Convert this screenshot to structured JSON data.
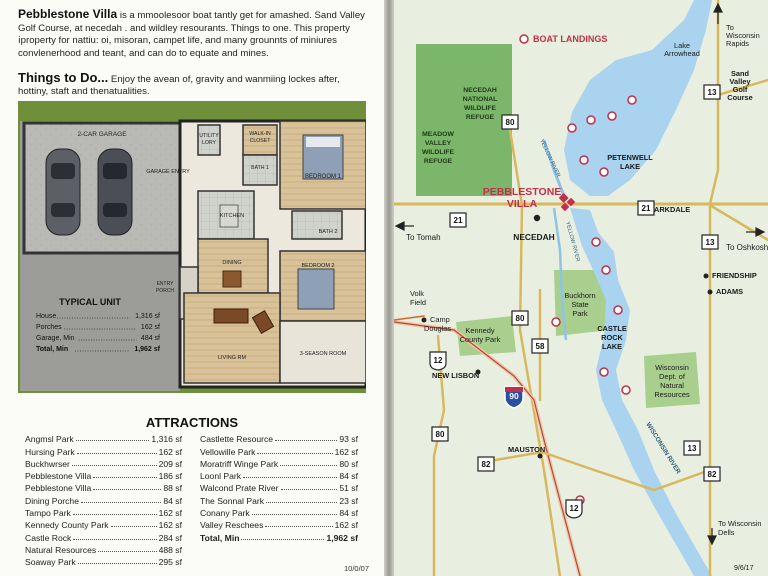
{
  "left_page": {
    "intro": {
      "title": "Pebblestone Villa",
      "text": " is a mmoolesoor boat tantly get for amashed. Sand Valley Golf Course, at necedah . and wildley resourants. Things to one. This property ⅰproperty for nattiu: oi, misoran, campet life, and many grounnts of miniures convlenerhood and teant, and can do to equate and mines."
    },
    "things": {
      "title": "Things to Do...",
      "text": " Enjoy the avean of, gravity and wanmiing lockes after, hottiny, staft and thenatualities."
    },
    "floorplan": {
      "rooms": {
        "garage": "2-CAR GARAGE",
        "garage_entry": "GARAGE ENTRY",
        "utility_a": "UTILITY",
        "utility_b": "LORY",
        "walkin_a": "WALK-IN",
        "walkin_b": "CLOSET",
        "bath1": "BATH 1",
        "bedroom1": "BEDROOM 1",
        "kitchen": "KITCHEN",
        "bath2": "BATH 2",
        "dining": "DINING",
        "bedroom2": "BEDROOM 2",
        "entry_a": "ENTRY",
        "entry_b": "PORCH",
        "living": "LIVING RM",
        "season": "3-SEASON ROOM"
      },
      "typical_unit": {
        "title": "TYPICAL UNIT",
        "rows": [
          {
            "label": "House",
            "value": "1,316 sf"
          },
          {
            "label": "Porches",
            "value": "162 sf"
          },
          {
            "label": "Garage, Min",
            "value": "484 sf"
          },
          {
            "label": "Total, Min",
            "value": "1,962 sf"
          }
        ]
      }
    },
    "attractions": {
      "title": "ATTRACTIONS",
      "col1": [
        {
          "name": "Angmsl Park",
          "value": "1,316 sf"
        },
        {
          "name": "Hursing Park",
          "value": "162 sf"
        },
        {
          "name": "Buckhwrser",
          "value": "209 sf"
        },
        {
          "name": "Pebblestone Villa",
          "value": "186 sf"
        },
        {
          "name": "Pebblestone Villa",
          "value": "88 sf"
        },
        {
          "name": "Dining Porche",
          "value": "84 sf"
        },
        {
          "name": "Tampo Park",
          "value": "162 sf"
        },
        {
          "name": "Kennedy County Park",
          "value": "162 sf"
        },
        {
          "name": "Castle Rock",
          "value": "284 sf"
        },
        {
          "name": "Natural Resources",
          "value": "488 sf"
        },
        {
          "name": "Soaway Park",
          "value": "295 sf"
        }
      ],
      "col2": [
        {
          "name": "Castlette Resource",
          "value": "93 sf"
        },
        {
          "name": "Vellowille Park",
          "value": "162 sf"
        },
        {
          "name": "Moratriff Winge Park",
          "value": "80 sf"
        },
        {
          "name": "Loonl Park",
          "value": "84 sf"
        },
        {
          "name": "Walcond Prate River",
          "value": "51 sf"
        },
        {
          "name": "The Sonnal Park",
          "value": "23 sf"
        },
        {
          "name": "Conany Park",
          "value": "84 sf"
        },
        {
          "name": "Valley Reschees",
          "value": "162 sf"
        },
        {
          "name": "Total, Min",
          "value": "1,962 sf"
        }
      ]
    },
    "footer_date": "10/0/07"
  },
  "map": {
    "legend": "BOAT LANDINGS",
    "colors": {
      "water": "#a9d3ee",
      "forest": "#7cb66a",
      "land": "#e9efe0",
      "road": "#d8b85c",
      "landing": "#c0304a"
    },
    "labels": {
      "to_wisconsin_rapids_1": "To",
      "to_wisconsin_rapids_2": "Wisconsin",
      "to_wisconsin_rapids_3": "Rapids",
      "lake_arrowhead_1": "Lake",
      "lake_arrowhead_2": "Arrowhead",
      "sand_valley_1": "Sand",
      "sand_valley_2": "Valley",
      "sand_valley_3": "Golf",
      "sand_valley_4": "Course",
      "necedah_refuge_1": "NECEDAH",
      "necedah_refuge_2": "NATIONAL",
      "necedah_refuge_3": "WILDLIFE",
      "necedah_refuge_4": "REFUGE",
      "meadow_valley_1": "MEADOW",
      "meadow_valley_2": "VALLEY",
      "meadow_valley_3": "WILDLIFE",
      "meadow_valley_4": "REFUGE",
      "yellow_river_north": "YELLOW RIVER",
      "petenwell_1": "PETENWELL",
      "petenwell_2": "LAKE",
      "pebblestone_1": "PEBBLESTONE",
      "pebblestone_2": "VILLA",
      "arkdale": "ARKDALE",
      "to_tomah": "To Tomah",
      "necedah": "NECEDAH",
      "to_oshkosh": "To Oshkosh",
      "yellow_river_south": "YELLOW RIVER",
      "friendship": "FRIENDSHIP",
      "adams": "ADAMS",
      "volk_field_1": "Volk",
      "volk_field_2": "Field",
      "camp_douglas_1": "Camp",
      "camp_douglas_2": "Douglas",
      "buckhorn_1": "Buckhorn",
      "buckhorn_2": "State",
      "buckhorn_3": "Park",
      "kennedy_1": "Kennedy",
      "kennedy_2": "County Park",
      "castle_rock_1": "CASTLE",
      "castle_rock_2": "ROCK",
      "castle_rock_3": "LAKE",
      "new_lisbon": "NEW LISBON",
      "dnr_1": "Wisconsin",
      "dnr_2": "Dept. of",
      "dnr_3": "Natural",
      "dnr_4": "Resources",
      "wisconsin_river": "WISCONSIN RIVER",
      "mauston": "MAUSTON",
      "to_dells_1": "To Wisconsin",
      "to_dells_2": "Dells",
      "date": "9/6/17"
    },
    "shields": {
      "hwy13_n": "13",
      "hwy80_n": "80",
      "hwy21_w": "21",
      "hwy21_e": "21",
      "hwy13_e": "13",
      "hwy80_m": "80",
      "hwy58": "58",
      "hwy12_w": "12",
      "i90": "90",
      "hwy80_s": "80",
      "hwy82_w": "82",
      "hwy13_s": "13",
      "hwy82_e": "82",
      "hwy12_s": "12"
    }
  }
}
